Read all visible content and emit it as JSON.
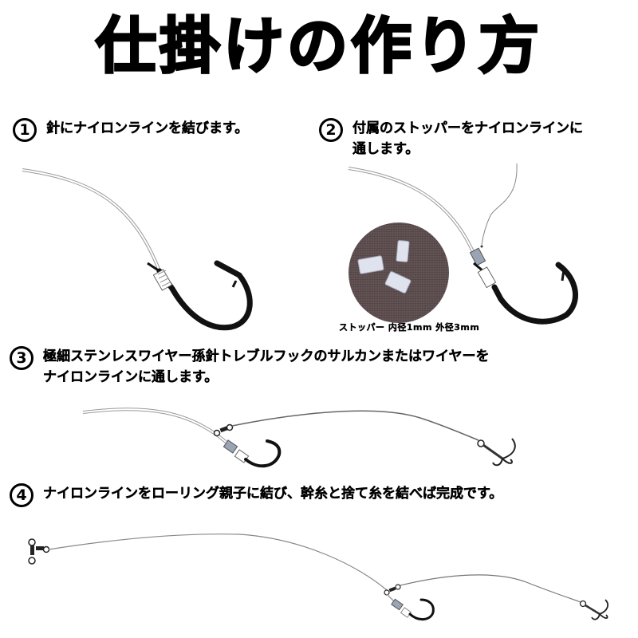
{
  "title": "仕掛けの作り方",
  "steps": [
    {
      "number": "1",
      "text_line1": "針にナイロンラインを結びます。",
      "text_line2": ""
    },
    {
      "number": "2",
      "text_line1": "付属のストッパーをナイロンラインに",
      "text_line2": "通します。"
    },
    {
      "number": "3",
      "text_line1": "極細ステンレスワイヤー孫針トレブルフックのサルカンまたはワイヤーを",
      "text_line2": "ナイロンラインに通します。"
    },
    {
      "number": "4",
      "text_line1": "ナイロンラインをローリング親子に結び、幹糸と捨て糸を結べば完成です。",
      "text_line2": ""
    }
  ],
  "stopper_caption": "ストッパー 内径1mm 外径3mm",
  "colors": {
    "hook": "#111111",
    "nylon_line": "#9a9a9a",
    "wire": "#666666",
    "stopper": "#9aa4b4",
    "photo_bg": "#5a4a4c",
    "text": "#000000"
  }
}
